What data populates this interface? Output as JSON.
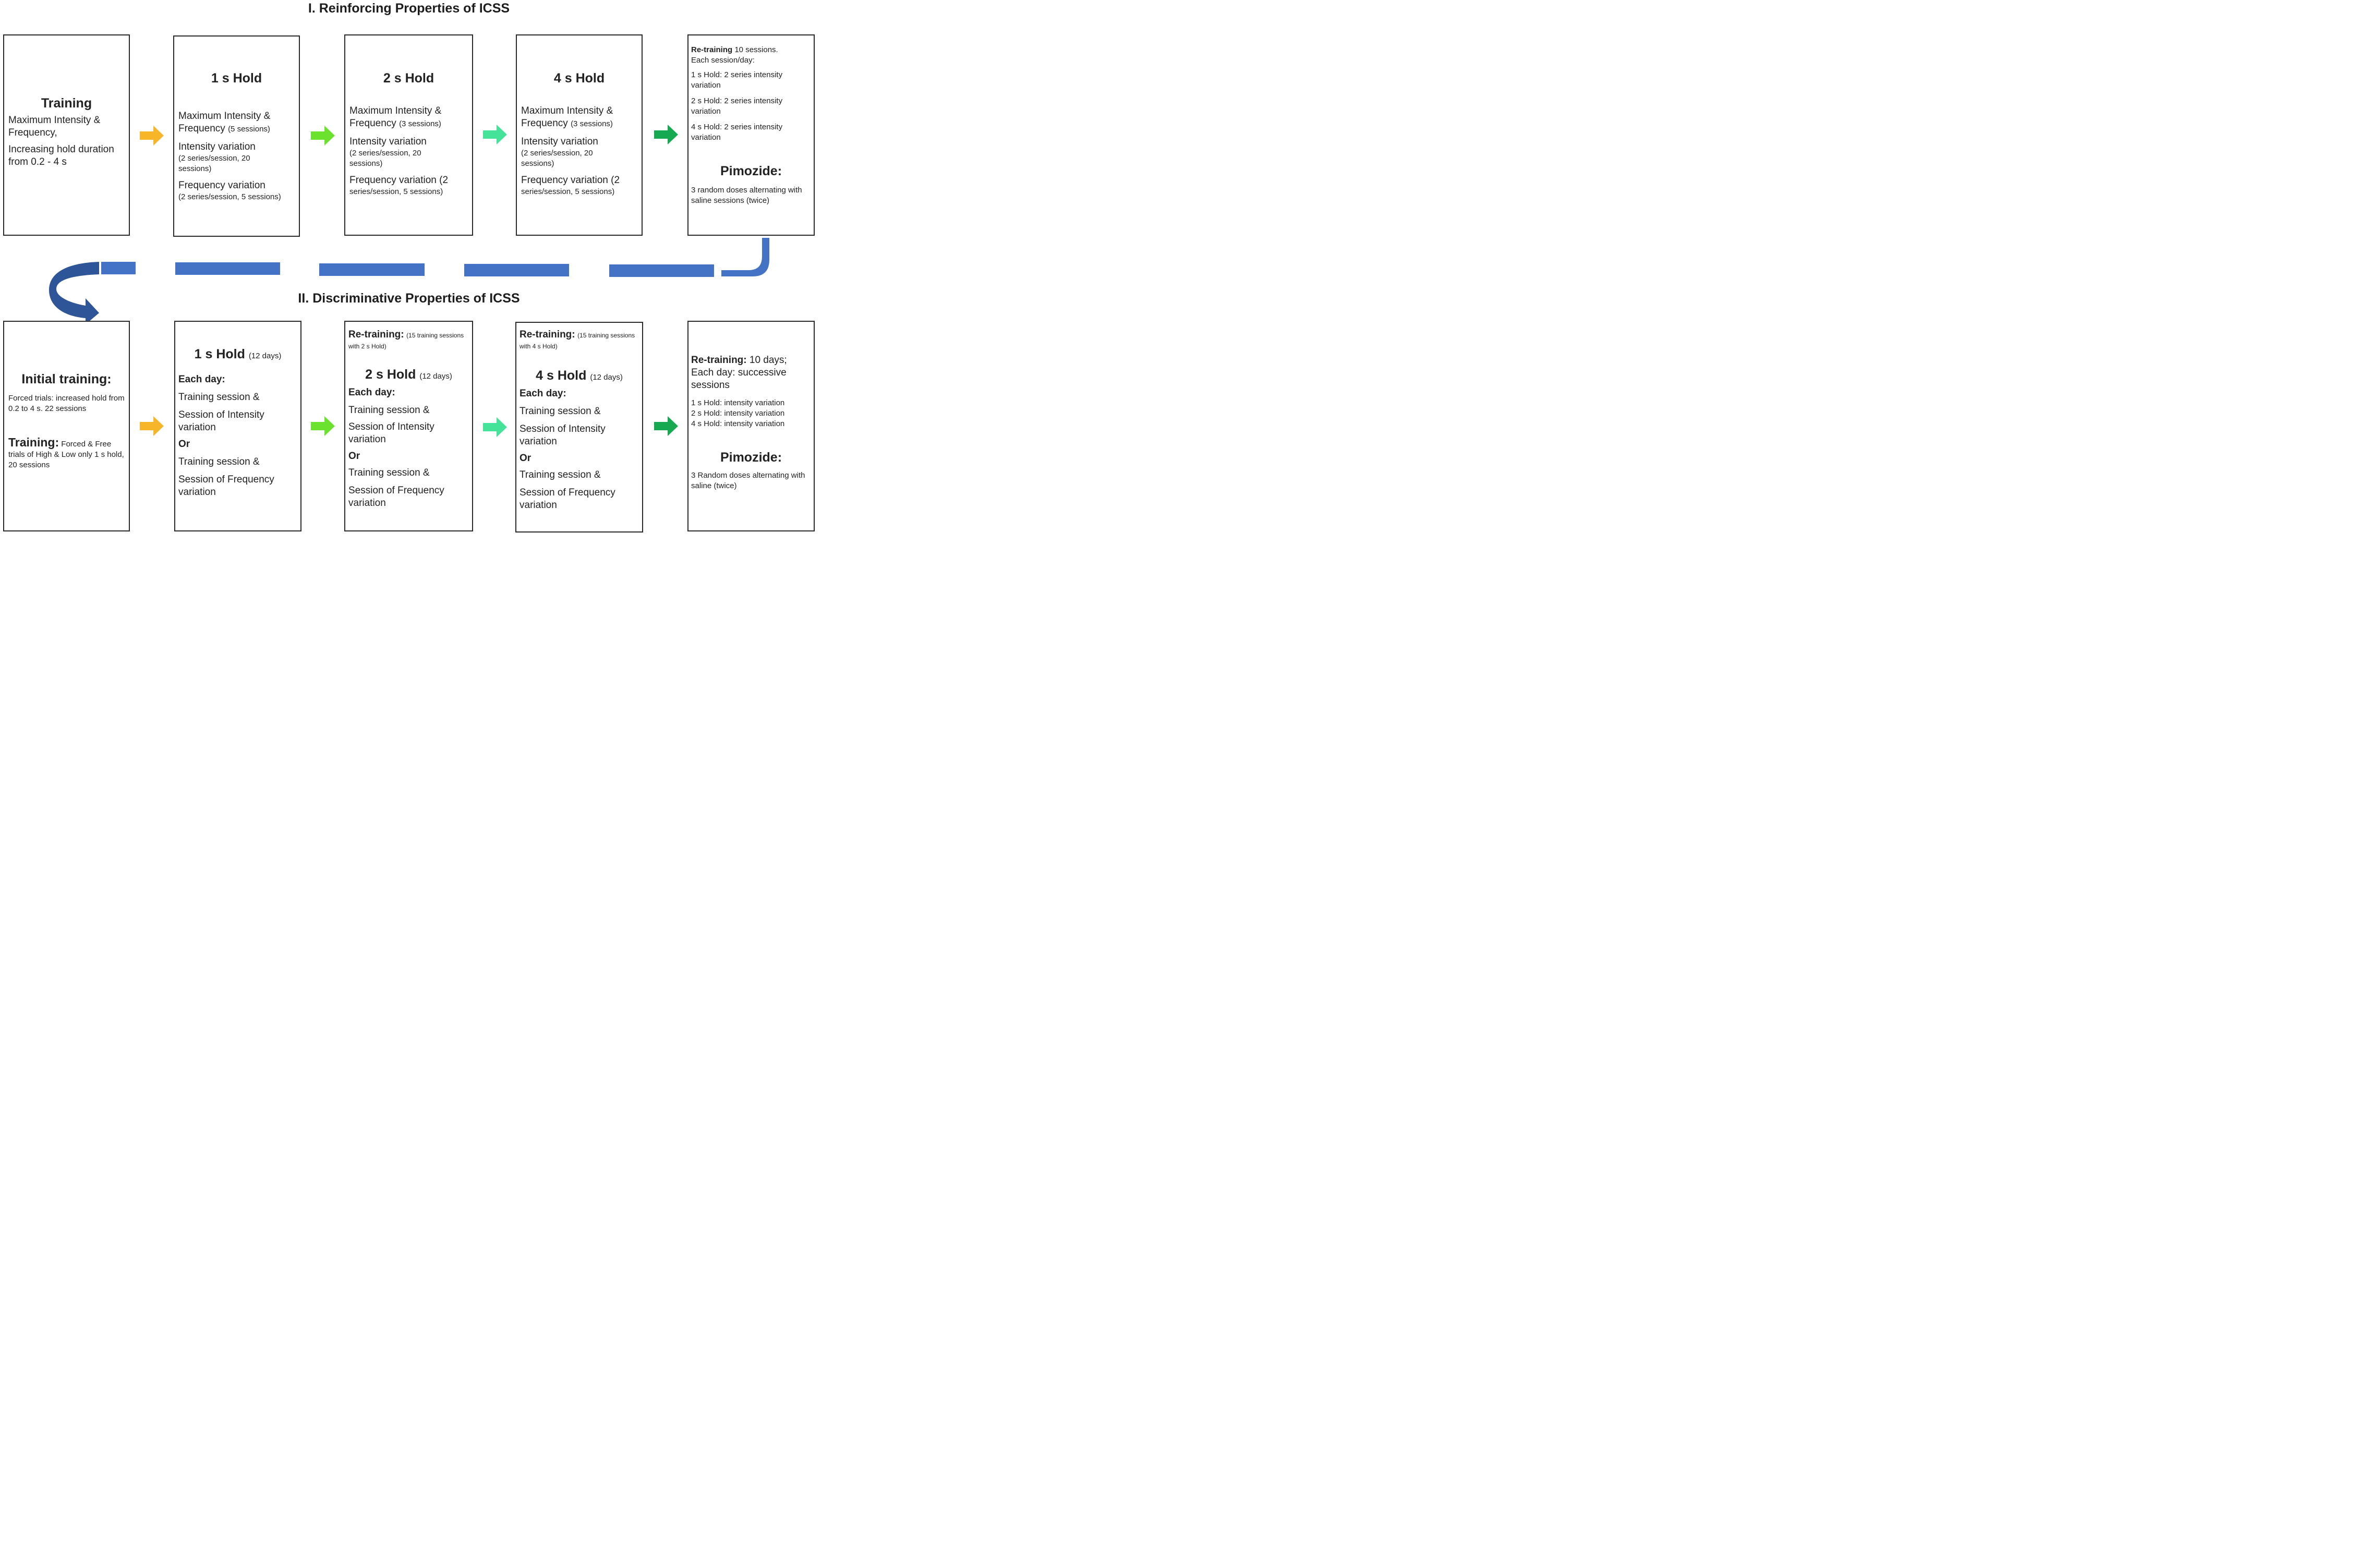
{
  "titles": {
    "top": "I. Reinforcing Properties of ICSS",
    "bottom": "II. Discriminative Properties of ICSS"
  },
  "colors": {
    "arrow1": "#F7B52A",
    "arrow2": "#6BE32E",
    "arrow3": "#45E39A",
    "arrow4": "#17A951",
    "connector": "#4472C4",
    "connector_dark": "#2E5597"
  },
  "top_row": {
    "training": {
      "title": "Training",
      "line1": "Maximum Intensity & Frequency,",
      "line2": "Increasing hold duration from 0.2 - 4 s"
    },
    "hold1": {
      "title": "1 s Hold",
      "max_a": "Maximum Intensity &",
      "max_b": "Frequency",
      "max_sessions": "(5 sessions)",
      "int_title": "Intensity variation",
      "int_detail": "(2 series/session, 20 sessions)",
      "freq_title": "Frequency variation",
      "freq_detail": "(2 series/session, 5 sessions)"
    },
    "hold2": {
      "title": "2 s Hold",
      "max_a": "Maximum Intensity &",
      "max_b": "Frequency",
      "max_sessions": "(3 sessions)",
      "int_title": "Intensity variation",
      "int_detail": "(2 series/session, 20 sessions)",
      "freq_title": "Frequency variation (2",
      "freq_detail": "series/session, 5 sessions)"
    },
    "hold4": {
      "title": "4 s Hold",
      "max_a": "Maximum Intensity &",
      "max_b": "Frequency",
      "max_sessions": "(3 sessions)",
      "int_title": "Intensity variation",
      "int_detail": "(2 series/session, 20 sessions)",
      "freq_title": "Frequency variation (2",
      "freq_detail": "series/session, 5 sessions)"
    },
    "retraining": {
      "label": "Re-training",
      "sessions": "10 sessions.",
      "each": "Each session/day:",
      "item1": "1 s Hold: 2 series intensity variation",
      "item2": "2 s Hold: 2 series intensity variation",
      "item3": "4 s Hold: 2 series intensity variation",
      "pimozide": "Pimozide:",
      "pimozide_detail": "3 random doses alternating with saline sessions (twice)"
    }
  },
  "bottom_row": {
    "initial": {
      "title": "Initial training:",
      "forced": "Forced trials: increased hold from 0.2 to 4 s. 22 sessions",
      "training_label": "Training:",
      "training_detail": "Forced & Free trials of High & Low only 1 s hold,  20 sessions"
    },
    "hold1": {
      "title": "1 s Hold",
      "days": "(12 days)",
      "each_day": "Each day:",
      "a1": "Training session &",
      "a2": "Session of Intensity variation",
      "or": "Or",
      "b1": "Training session &",
      "b2": "Session of Frequency variation"
    },
    "hold2": {
      "retrain_label": "Re-training:",
      "retrain_detail": "(15  training sessions with 2 s Hold)",
      "title": "2 s Hold",
      "days": "(12 days)",
      "each_day": "Each day:",
      "a1": "Training session &",
      "a2": "Session of Intensity variation",
      "or": "Or",
      "b1": "Training session &",
      "b2": "Session of Frequency variation"
    },
    "hold4": {
      "retrain_label": "Re-training:",
      "retrain_detail": "(15  training sessions with 4 s Hold)",
      "title": "4 s Hold",
      "days": "(12 days)",
      "each_day": "Each day:",
      "a1": "Training session &",
      "a2": "Session of Intensity variation",
      "or": "Or",
      "b1": "Training session &",
      "b2": "Session of Frequency variation"
    },
    "retraining": {
      "label": "Re-training:",
      "days": "10 days;",
      "each": "Each day: successive sessions",
      "item1": "1 s Hold: intensity variation",
      "item2": "2 s Hold: intensity variation",
      "item3": "4 s Hold: intensity variation",
      "pimozide": "Pimozide:",
      "pimozide_detail": "3 Random doses alternating with saline (twice)"
    }
  }
}
